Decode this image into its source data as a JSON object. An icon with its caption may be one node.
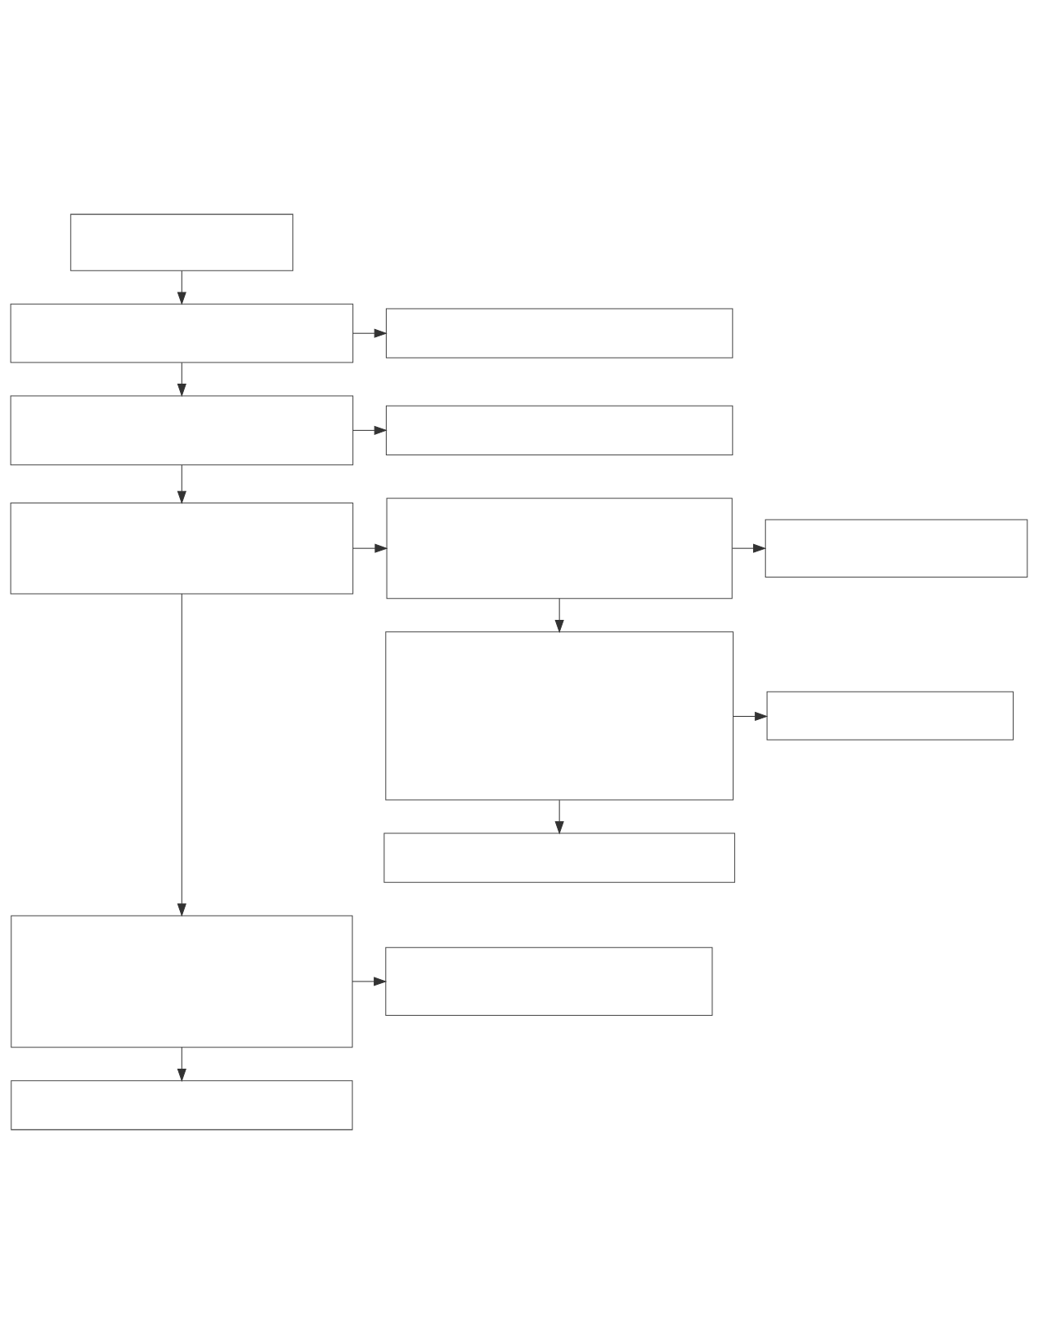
{
  "diagram": {
    "nodes": [
      {
        "text": [],
        "shape": "box"
      },
      {
        "text": [],
        "shape": "box"
      },
      {
        "text": [],
        "shape": "box"
      },
      {
        "text": [],
        "shape": "box"
      },
      {
        "text": [],
        "shape": "box"
      },
      {
        "text": [],
        "shape": "box"
      },
      {
        "text": [],
        "shape": "box"
      },
      {
        "text": [],
        "shape": "box"
      },
      {
        "text": [],
        "shape": "box"
      },
      {
        "text": [],
        "shape": "box"
      },
      {
        "text": [],
        "shape": "box"
      },
      {
        "text": [],
        "shape": "box"
      },
      {
        "text": [],
        "shape": "box"
      },
      {
        "text": [],
        "shape": "box"
      }
    ],
    "edges": [
      {
        "from": 0,
        "to": 1,
        "arrow": "to"
      },
      {
        "from": 1,
        "to": 2,
        "arrow": "to"
      },
      {
        "from": 1,
        "to": 3,
        "arrow": "to"
      },
      {
        "from": 3,
        "to": 4,
        "arrow": "to"
      },
      {
        "from": 3,
        "to": 5,
        "arrow": "to"
      },
      {
        "from": 5,
        "to": 6,
        "arrow": "to"
      },
      {
        "from": 6,
        "to": 7,
        "arrow": "to"
      },
      {
        "from": 6,
        "to": 8,
        "arrow": "to"
      },
      {
        "from": 8,
        "to": 9,
        "arrow": "to"
      },
      {
        "from": 8,
        "to": 10,
        "arrow": "to"
      },
      {
        "from": 5,
        "to": 11,
        "arrow": "to"
      },
      {
        "from": 11,
        "to": 12,
        "arrow": "to"
      },
      {
        "from": 11,
        "to": 13,
        "arrow": "to"
      }
    ]
  }
}
